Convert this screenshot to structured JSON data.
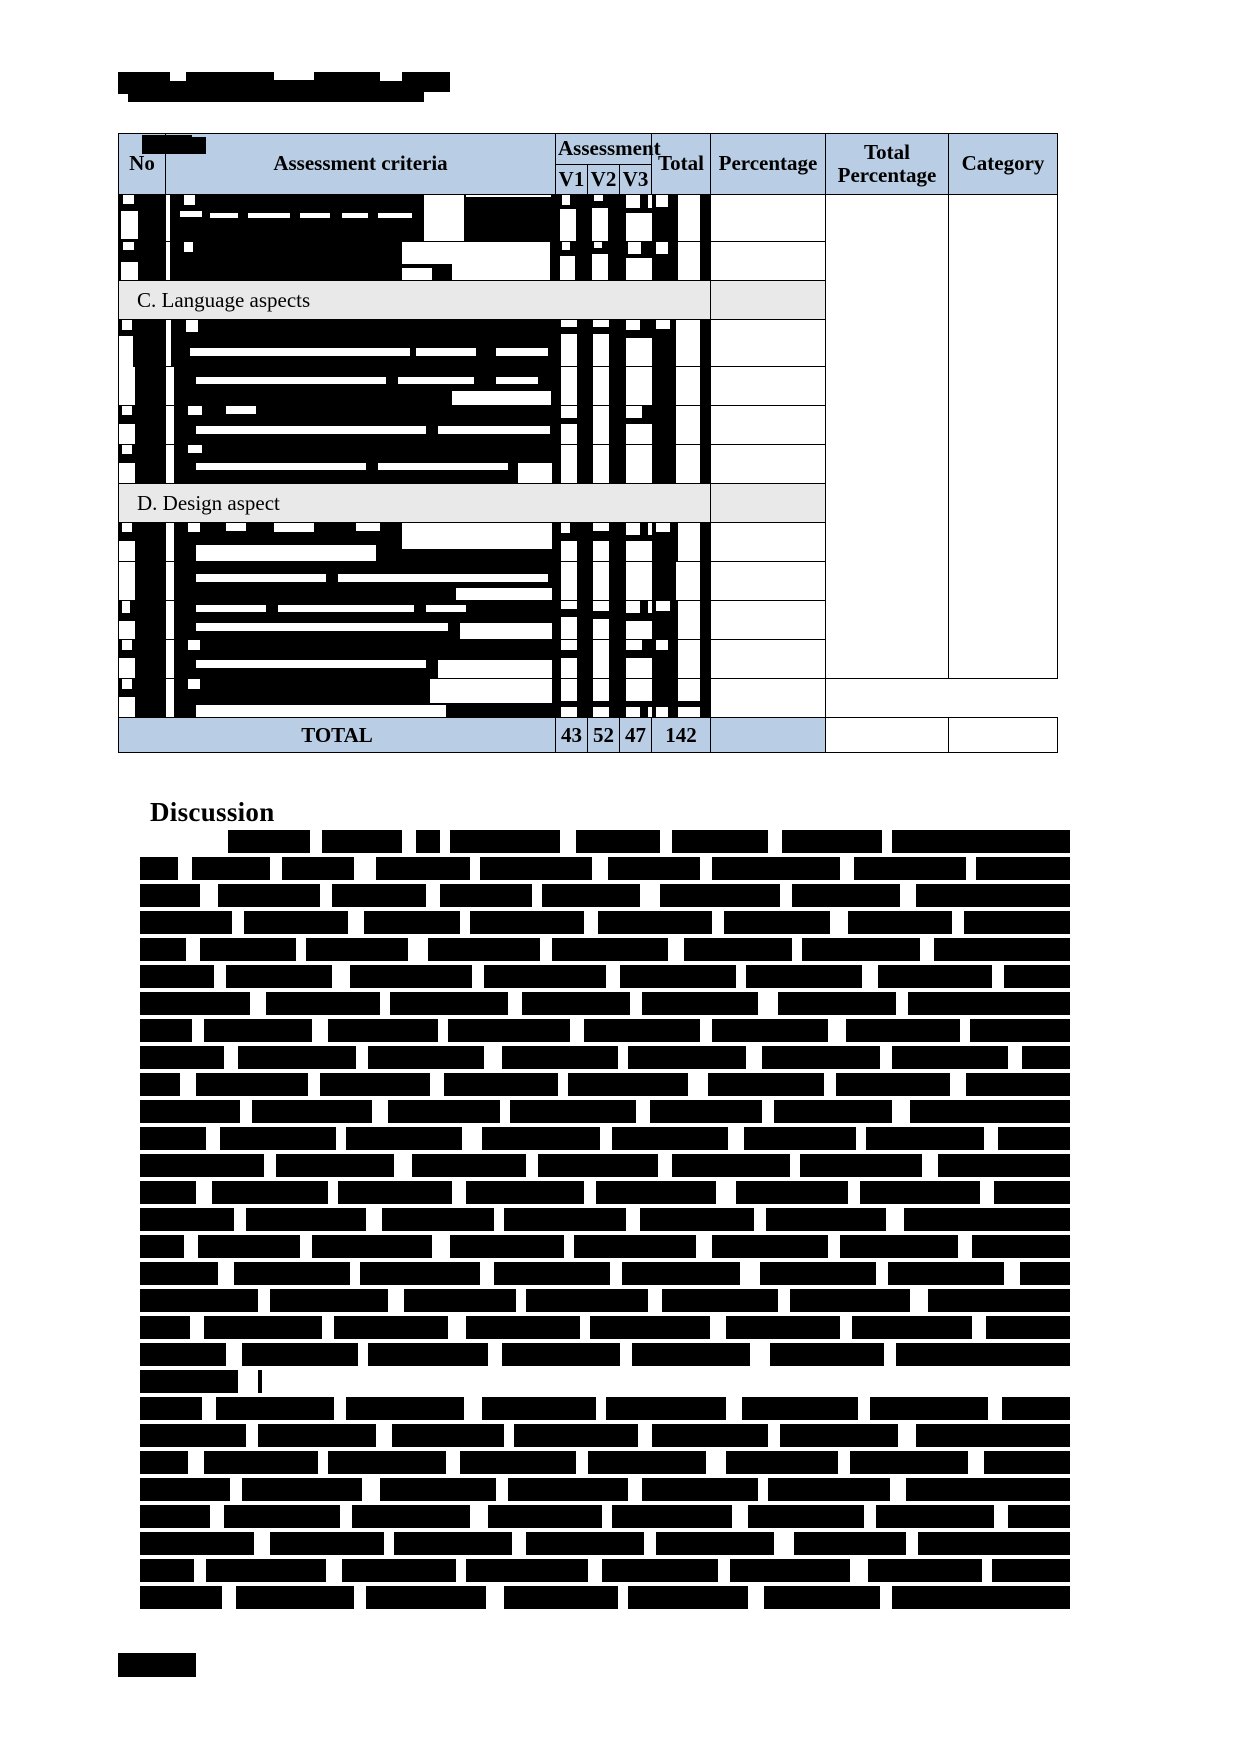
{
  "document": {
    "title_redacted": true,
    "page_background": "#ffffff"
  },
  "colors": {
    "header_blue": "#b9cde5",
    "section_gray": "#e9e9e9",
    "redaction": "#000000",
    "border": "#000000"
  },
  "table": {
    "name": "assessment-criteria-table",
    "columns": {
      "no": "No",
      "criteria": "Assessment criteria",
      "assessment_group": "Assessment",
      "v1": "V1",
      "v2": "V2",
      "v3": "V3",
      "total": "Total",
      "percentage": "Percentage",
      "total_percentage": "Total\nPercentage",
      "total_percentage_line1": "Total",
      "total_percentage_line2": "Percentage",
      "category": "Category"
    },
    "sections": [
      {
        "id": "c",
        "label": "C.  Language aspects"
      },
      {
        "id": "d",
        "label": "D.  Design aspect"
      }
    ],
    "total_row": {
      "label": "TOTAL",
      "v1": "43",
      "v2": "52",
      "v3": "47",
      "total": "142",
      "percentage": "",
      "total_percentage": "",
      "category": ""
    },
    "redacted_rows_note": "criteria rows are redacted"
  },
  "discussion": {
    "heading": "Discussion",
    "body_redacted": true
  }
}
